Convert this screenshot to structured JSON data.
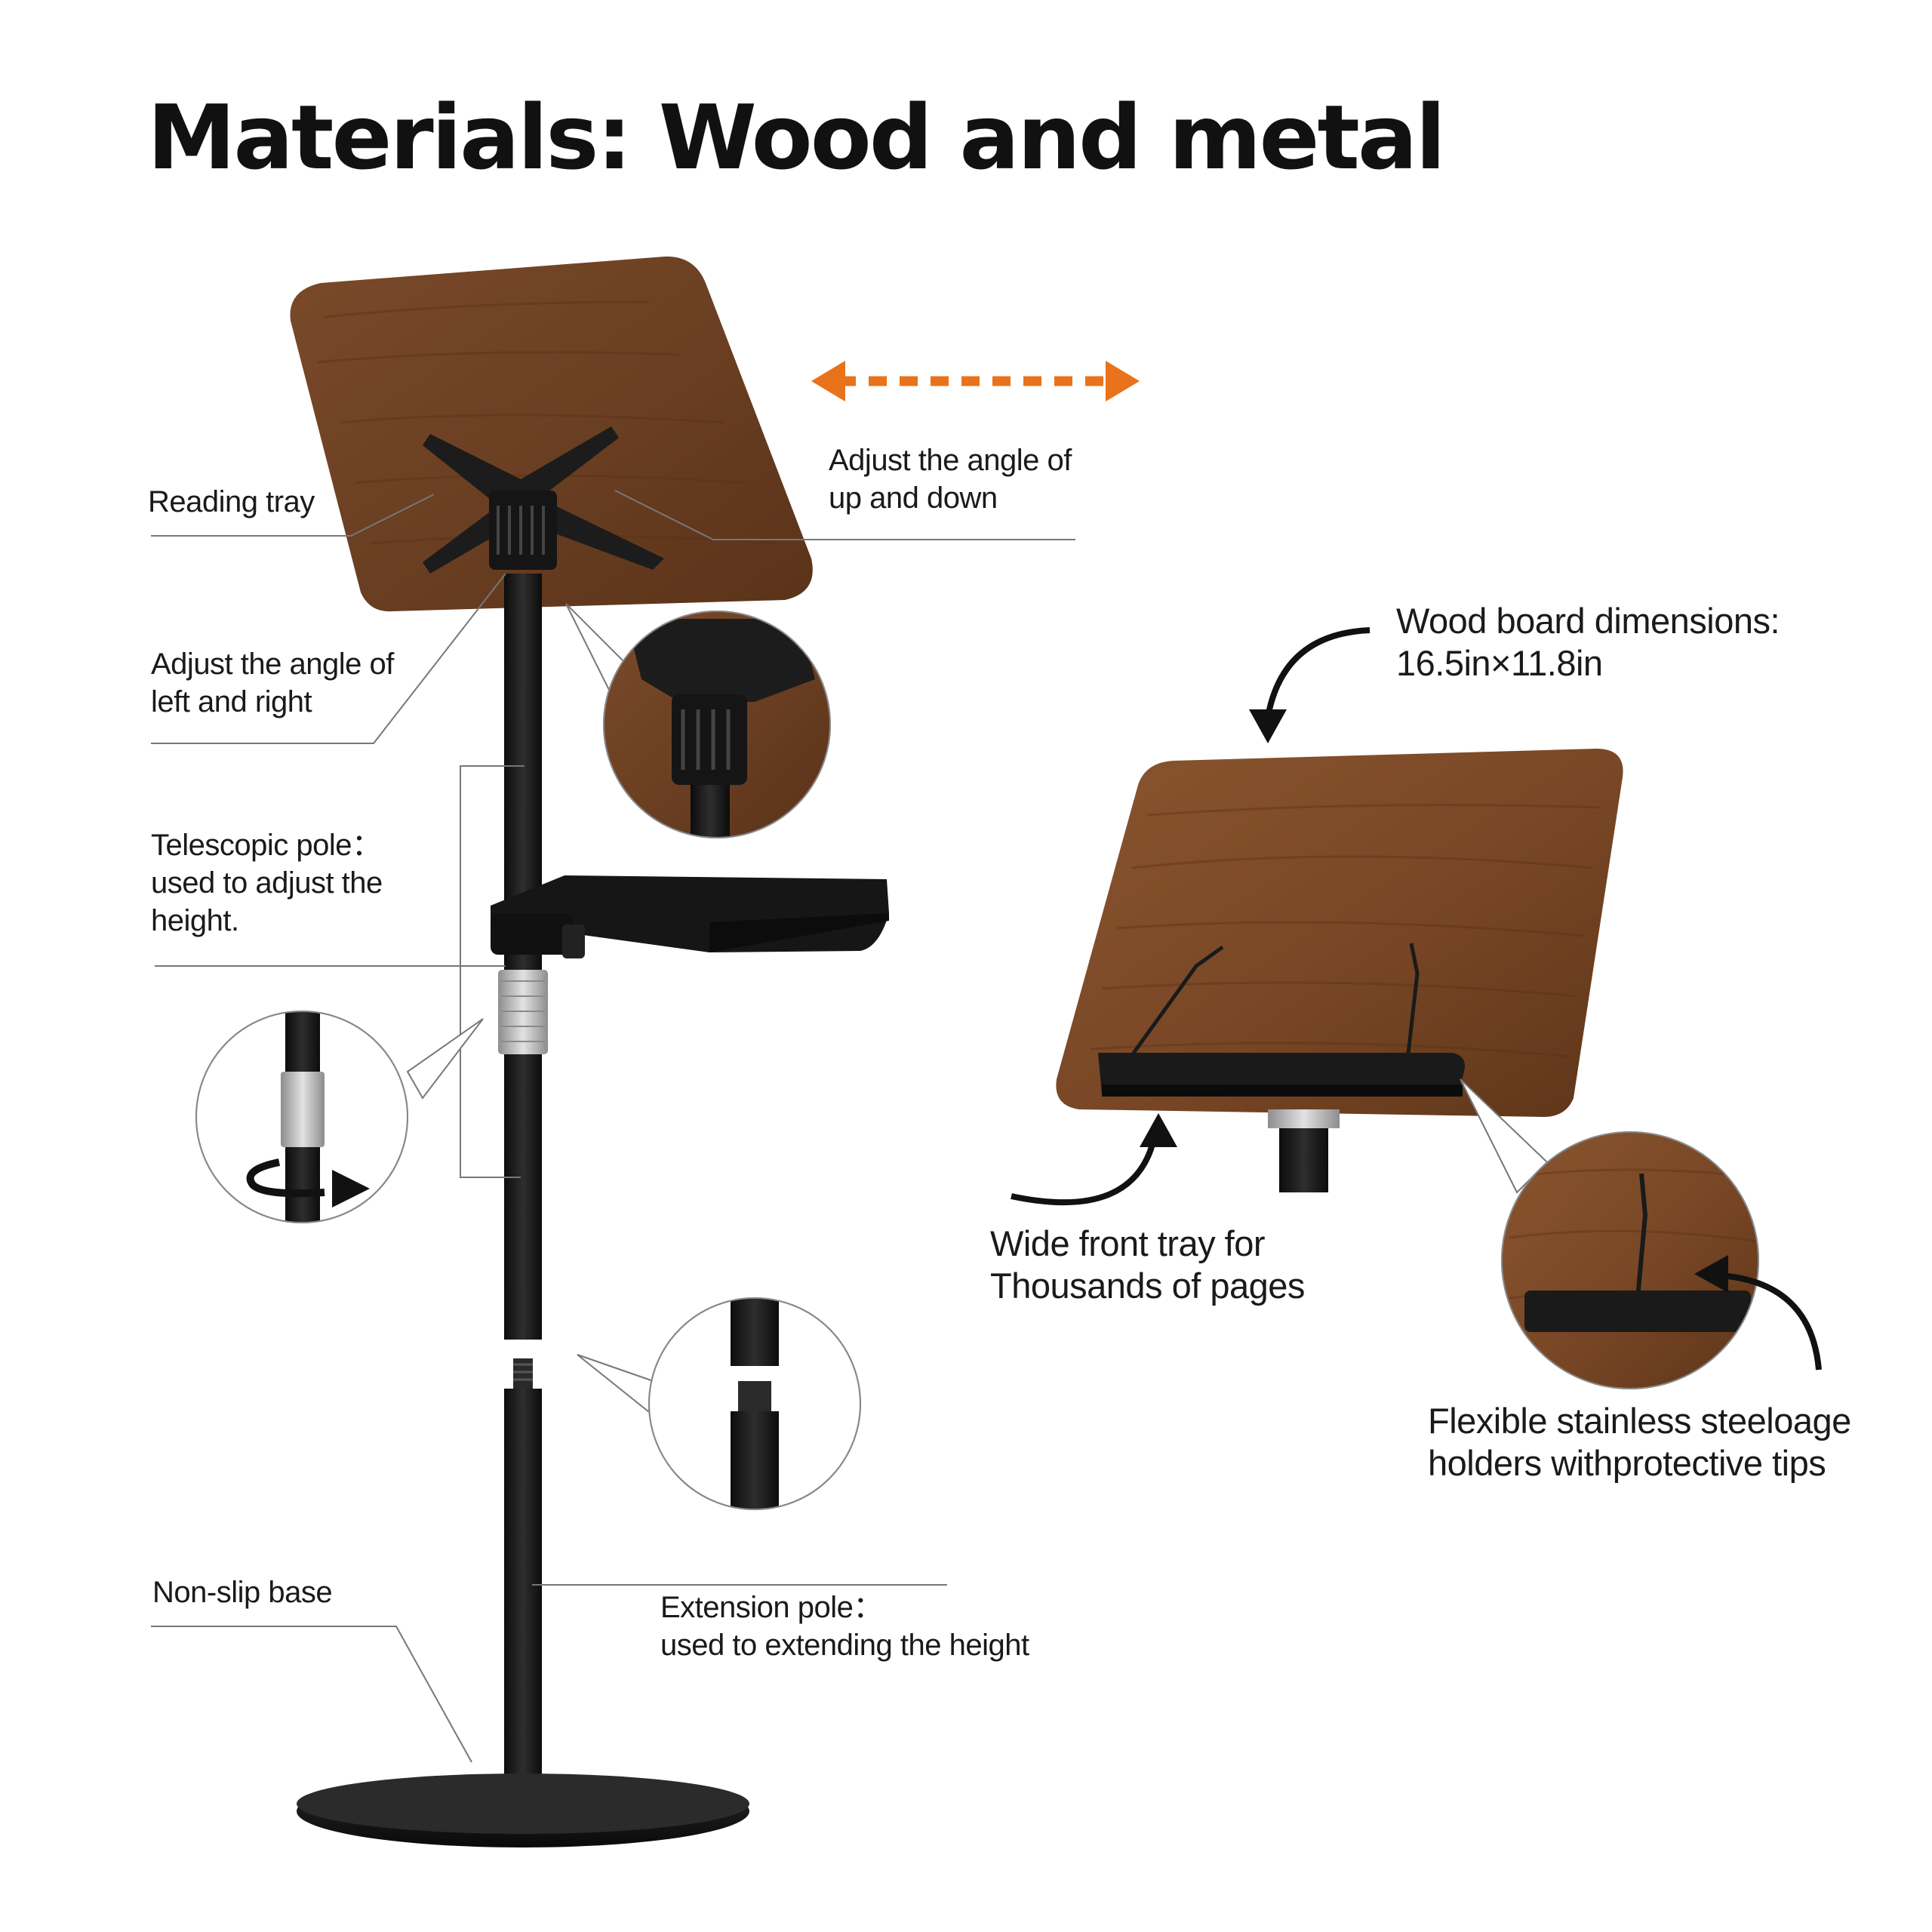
{
  "title": "Materials: Wood and metal",
  "labels": {
    "reading_tray": "Reading tray",
    "angle_up_down": "Adjust the angle of\nup and down",
    "angle_left_right": "Adjust the angle of\nleft and right",
    "telescopic_pole": "Telescopic pole：\nused to adjust the\nheight.",
    "non_slip_base": "Non-slip base",
    "extension_pole": "Extension pole：\nused to extending the height",
    "board_dimensions": "Wood board dimensions:\n16.5in×11.8in",
    "front_tray": "Wide front tray for\nThousands of pages",
    "page_holders": "Flexible stainless steeloage\nholders withprotective tips"
  },
  "colors": {
    "wood": "#6b3f22",
    "metal": "#1a1a1a",
    "accent_arrow": "#e8731a"
  }
}
